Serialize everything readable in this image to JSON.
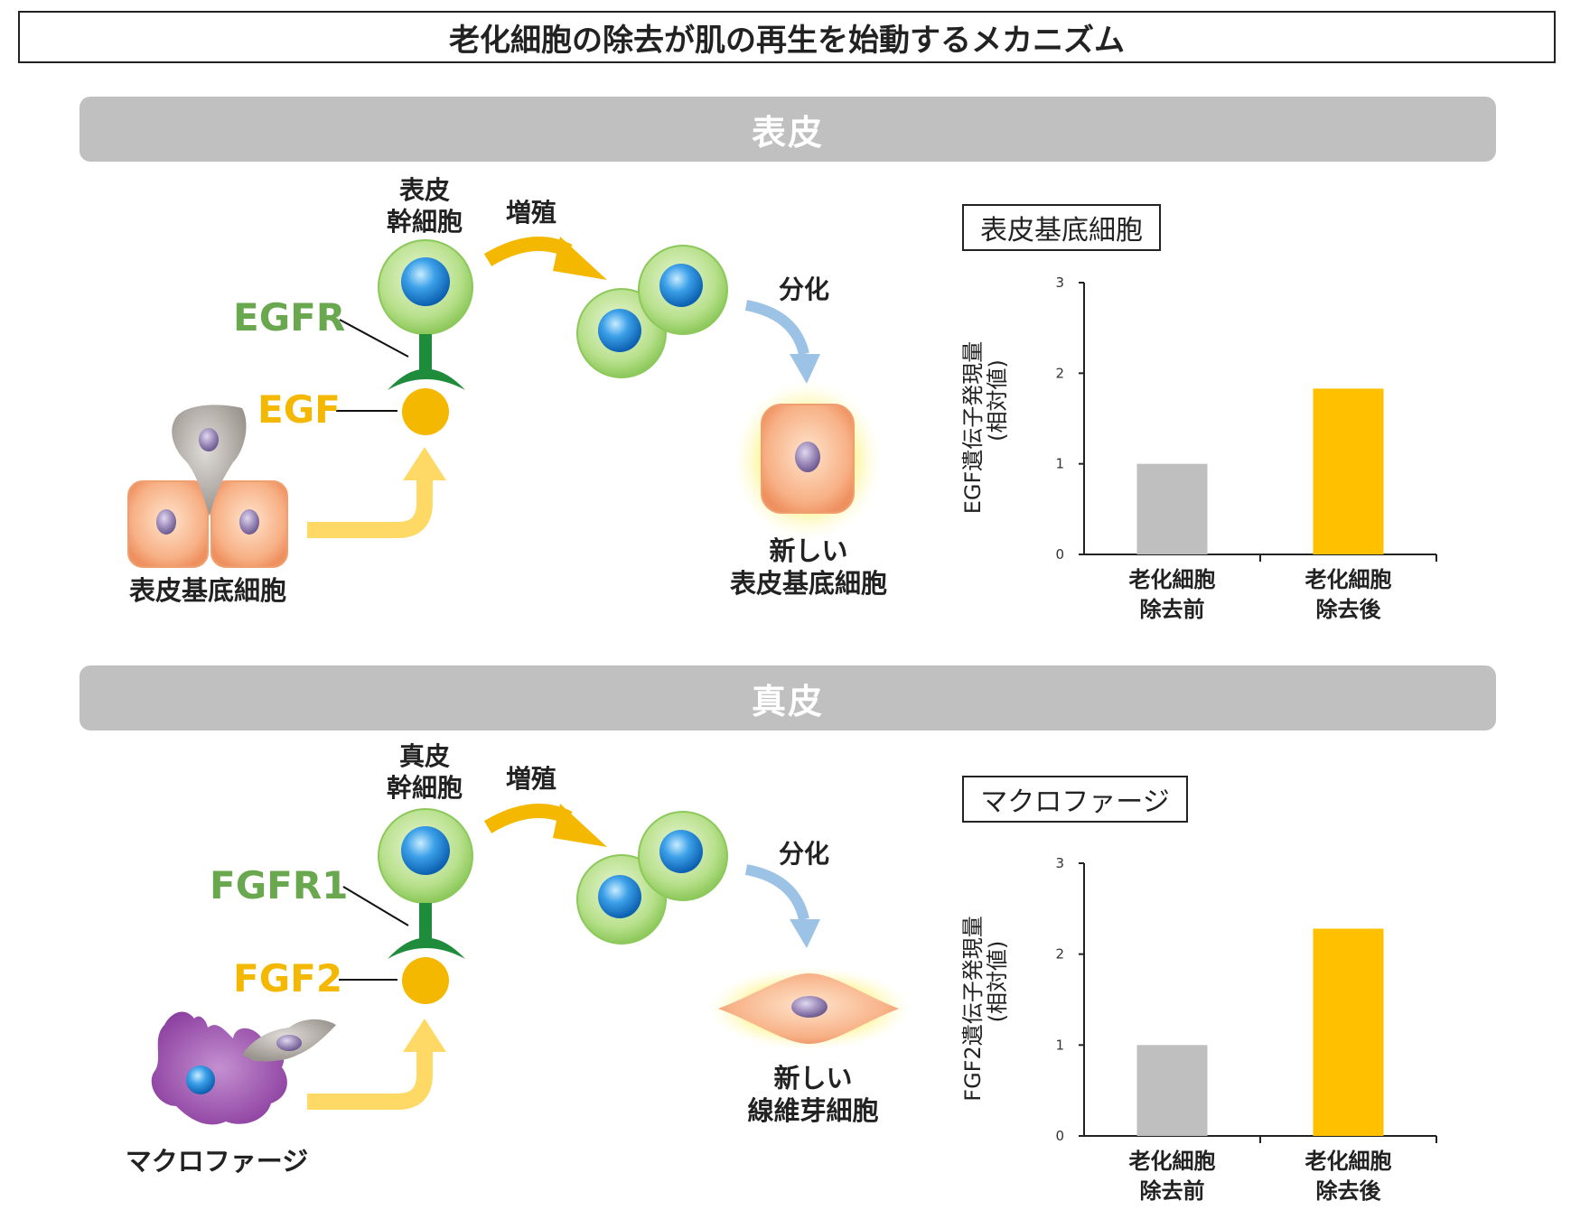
{
  "title": "老化細胞の除去が肌の再生を始動するメカニズム",
  "sections": [
    {
      "heading": "表皮",
      "stem_label_1": "表皮",
      "stem_label_2": "幹細胞",
      "proliferation": "増殖",
      "differentiation": "分化",
      "receptor": "EGFR",
      "ligand": "EGF",
      "source_cell": "表皮基底細胞",
      "new_cell_1": "新しい",
      "new_cell_2": "表皮基底細胞",
      "chart_box": "表皮基底細胞",
      "ylabel_1": "EGF遺伝子発現量",
      "ylabel_2": "(相対値)"
    },
    {
      "heading": "真皮",
      "stem_label_1": "真皮",
      "stem_label_2": "幹細胞",
      "proliferation": "増殖",
      "differentiation": "分化",
      "receptor": "FGFR1",
      "ligand": "FGF2",
      "source_cell": "マクロファージ",
      "new_cell_1": "新しい",
      "new_cell_2": "線維芽細胞",
      "chart_box": "マクロファージ",
      "ylabel_1": "FGF2遺伝子発現量",
      "ylabel_2": "(相対値)"
    }
  ],
  "colors": {
    "receptor_green": "#6aa84f",
    "ligand_yellow": "#f5b800",
    "bar_before": "#bfbfbf",
    "bar_after": "#ffc000",
    "banner_gray": "#c0c0c0"
  },
  "chart_data": [
    {
      "type": "bar",
      "categories": [
        "老化細胞除去前",
        "老化細胞除去後"
      ],
      "category_lines": [
        [
          "老化細胞",
          "除去前"
        ],
        [
          "老化細胞",
          "除去後"
        ]
      ],
      "values": [
        1.0,
        1.83
      ],
      "ylim": [
        0,
        3
      ],
      "yticks": [
        0,
        1,
        2,
        3
      ],
      "ylabel": "EGF遺伝子発現量(相対値)",
      "title": "表皮基底細胞"
    },
    {
      "type": "bar",
      "categories": [
        "老化細胞除去前",
        "老化細胞除去後"
      ],
      "category_lines": [
        [
          "老化細胞",
          "除去前"
        ],
        [
          "老化細胞",
          "除去後"
        ]
      ],
      "values": [
        1.0,
        2.28
      ],
      "ylim": [
        0,
        3
      ],
      "yticks": [
        0,
        1,
        2,
        3
      ],
      "ylabel": "FGF2遺伝子発現量(相対値)",
      "title": "マクロファージ"
    }
  ]
}
